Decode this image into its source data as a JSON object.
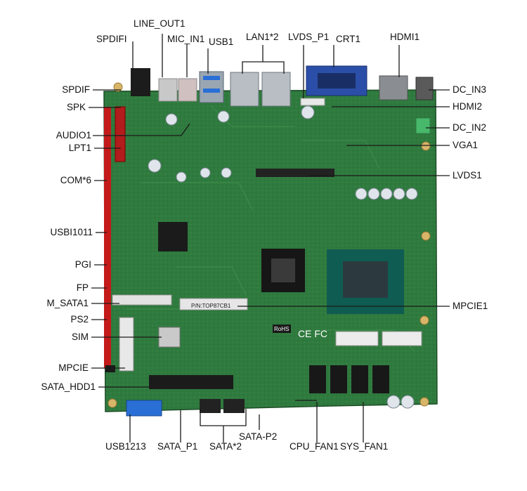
{
  "labels": {
    "spdifi": "SPDIFI",
    "line_out1": "LINE_OUT1",
    "mic_in1": "MIC_IN1",
    "usb1": "USB1",
    "lan1": "LAN1*2",
    "lvds_p1": "LVDS_P1",
    "crt1": "CRT1",
    "hdmi1": "HDMI1",
    "spdif": "SPDIF",
    "spk": "SPK",
    "audio1": "AUDIO1",
    "lpt1": "LPT1",
    "com6": "COM*6",
    "usbi1011": "USBI1011",
    "pgi": "PGI",
    "fp": "FP",
    "m_sata1": "M_SATA1",
    "ps2": "PS2",
    "sim": "SIM",
    "mpcie": "MPCIE",
    "sata_hdd1": "SATA_HDD1",
    "dc_in3": "DC_IN3",
    "hdmi2": "HDMI2",
    "dc_in2": "DC_IN2",
    "vga1": "VGA1",
    "lvds1": "LVDS1",
    "mpcie1": "MPCIE1",
    "usb1213": "USB1213",
    "sata_p1": "SATA_P1",
    "sata2": "SATA*2",
    "sata_p2": "SATA-P2",
    "cpu_fan1": "CPU_FAN1",
    "sys_fan1": "SYS_FAN1"
  },
  "board_text": {
    "pn": "P/N:TOP87CB1",
    "rohs": "RoHS",
    "ce": "CE FC"
  },
  "colors": {
    "pcb": "#2f7a3e",
    "pcb_dark": "#1f5a2c",
    "leader": "#1a1a1a",
    "label": "#111111"
  }
}
